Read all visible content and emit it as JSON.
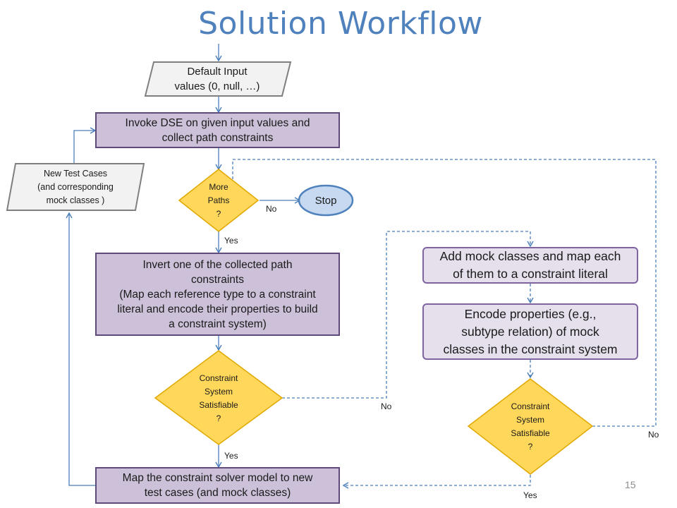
{
  "title": "Solution Workflow",
  "nodes": {
    "default_input": {
      "line1": "Default Input",
      "line2": "values (0, null, …)"
    },
    "invoke_dse": {
      "line1": "Invoke DSE on given input values and",
      "line2": "collect path constraints"
    },
    "new_test_cases": {
      "line1": "New Test Cases",
      "line2": "(and corresponding",
      "line3": "mock classes )"
    },
    "more_paths": {
      "line1": "More",
      "line2": "Paths",
      "line3": "?"
    },
    "stop": "Stop",
    "invert": {
      "line1": "Invert one of the collected path",
      "line2": "constraints",
      "line3": "(Map each reference type to a constraint",
      "line4": "literal and encode their properties to build",
      "line5": "a constraint system)"
    },
    "add_mock": {
      "line1": "Add mock classes and map each",
      "line2": "of them to a constraint literal"
    },
    "encode_props": {
      "line1": "Encode properties (e.g.,",
      "line2": "subtype relation) of mock",
      "line3": "classes in the constraint system"
    },
    "sat_left": {
      "line1": "Constraint",
      "line2": "System",
      "line3": "Satisfiable",
      "line4": "?"
    },
    "sat_right": {
      "line1": "Constraint",
      "line2": "System",
      "line3": "Satisfiable",
      "line4": "?"
    },
    "map_model": {
      "line1": "Map the constraint solver model to new",
      "line2": "test cases (and mock classes)"
    }
  },
  "edge_labels": {
    "more_paths_no": "No",
    "more_paths_yes": "Yes",
    "sat_left_no": "No",
    "sat_left_yes": "Yes",
    "sat_right_no": "No",
    "sat_right_yes": "Yes"
  },
  "page_number": "15",
  "colors": {
    "title": "#4f81bd",
    "process_fill": "#ccc1d9",
    "process_border": "#5f497a",
    "light_process_fill": "#e5e0ec",
    "light_process_border": "#8064a2",
    "decision_fill": "#ffd75a",
    "decision_border": "#e0a800",
    "data_fill": "#f2f2f2",
    "data_border": "#7f7f7f",
    "stop_fill": "#c6d9f1",
    "stop_border": "#4f81bd",
    "connector": "#4a7ebb"
  }
}
